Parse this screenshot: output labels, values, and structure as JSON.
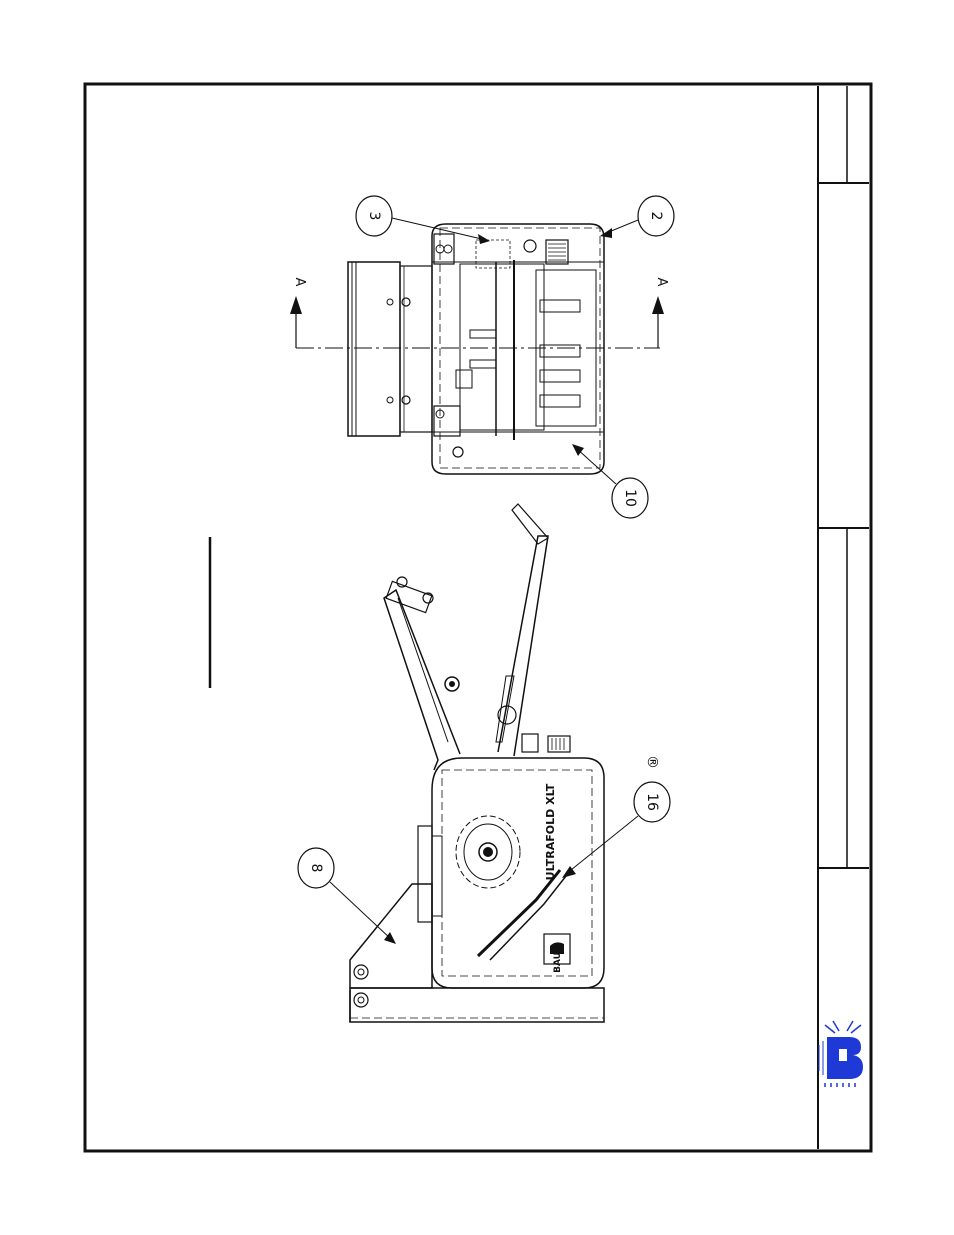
{
  "drawing": {
    "section_marks": [
      "A",
      "A"
    ],
    "callouts": [
      "3",
      "2",
      "10",
      "8",
      "16"
    ],
    "registered_mark": "®",
    "product_text": {
      "brand": "BAUM",
      "model": "ULTRAFOLD XLT"
    },
    "logo": "baum-logo"
  },
  "colors": {
    "line": "#111111",
    "logo_blue": "#1f39d6"
  }
}
